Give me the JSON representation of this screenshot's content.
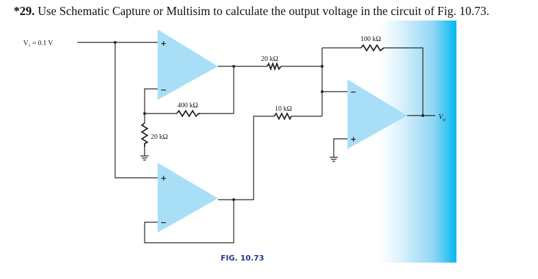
{
  "problem": {
    "number": "*29.",
    "text": "Use Schematic Capture or Multisim to calculate the output voltage in the circuit of Fig. 10.73."
  },
  "circuit": {
    "input_label": "V₁ = 0.1 V",
    "r_400k": "400 kΩ",
    "r_20k_ground": "20 kΩ",
    "r_20k_series": "20 kΩ",
    "r_10k": "10 kΩ",
    "r_100k": "100 kΩ",
    "output_label": "V",
    "output_sub": "o",
    "plus": "+",
    "minus": "−",
    "opamp_color": "#a8dff7"
  },
  "caption": "FIG. 10.73"
}
